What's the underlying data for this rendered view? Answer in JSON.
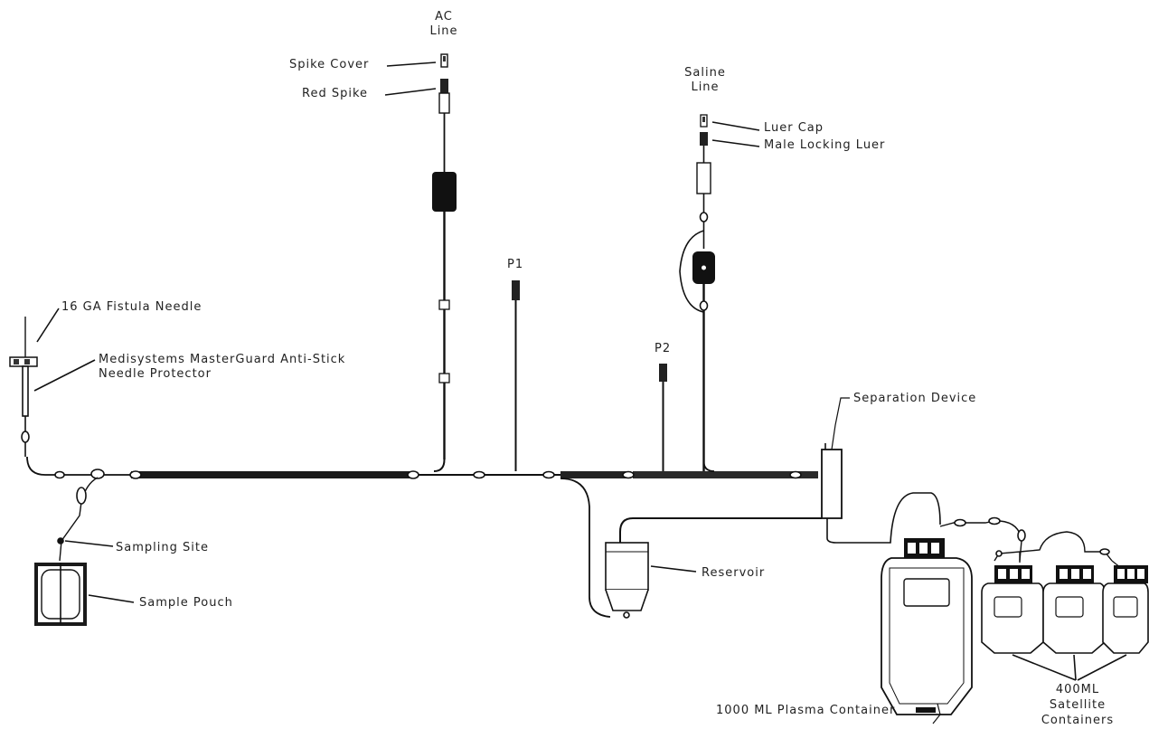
{
  "labels": {
    "ac_line": "AC\nLine",
    "spike_cover": "Spike Cover",
    "red_spike": "Red Spike",
    "saline_line": "Saline\nLine",
    "luer_cap": "Luer Cap",
    "male_locking_luer": "Male Locking Luer",
    "p1": "P1",
    "p2": "P2",
    "fistula_needle": "16 GA Fistula Needle",
    "needle_protector": "Medisystems MasterGuard Anti-Stick\nNeedle Protector",
    "separation_device": "Separation Device",
    "sampling_site": "Sampling Site",
    "sample_pouch": "Sample Pouch",
    "reservoir": "Reservoir",
    "plasma_container": "1000 ML Plasma Container",
    "satellite_containers": "400ML\nSatellite\nContainers"
  }
}
